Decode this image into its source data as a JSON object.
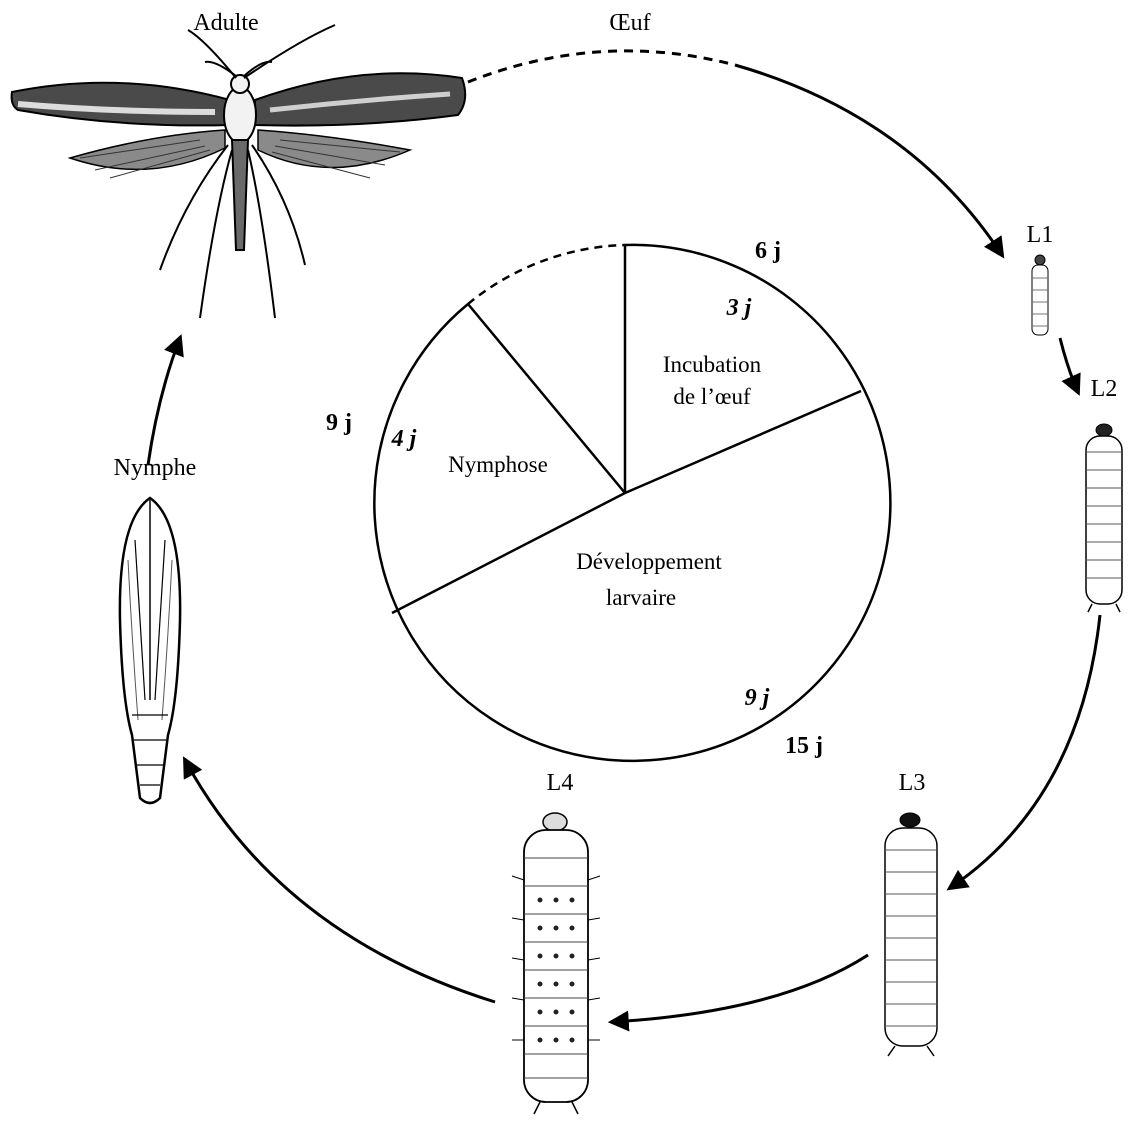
{
  "stages": {
    "adult": "Adulte",
    "egg": "Œuf",
    "l1": "L1",
    "l2": "L2",
    "l3": "L3",
    "l4": "L4",
    "pupa": "Nymphe"
  },
  "pie": {
    "incubation_line1": "Incubation",
    "incubation_line2": "de l’œuf",
    "nymphose": "Nymphose",
    "dev_line1": "Développement",
    "dev_line2": "larvaire"
  },
  "durations": {
    "incubation_max": "6 j",
    "incubation_min": "3 j",
    "nymphose_max": "9 j",
    "nymphose_min": "4 j",
    "larval_min": "9 j",
    "larval_max": "15 j"
  }
}
